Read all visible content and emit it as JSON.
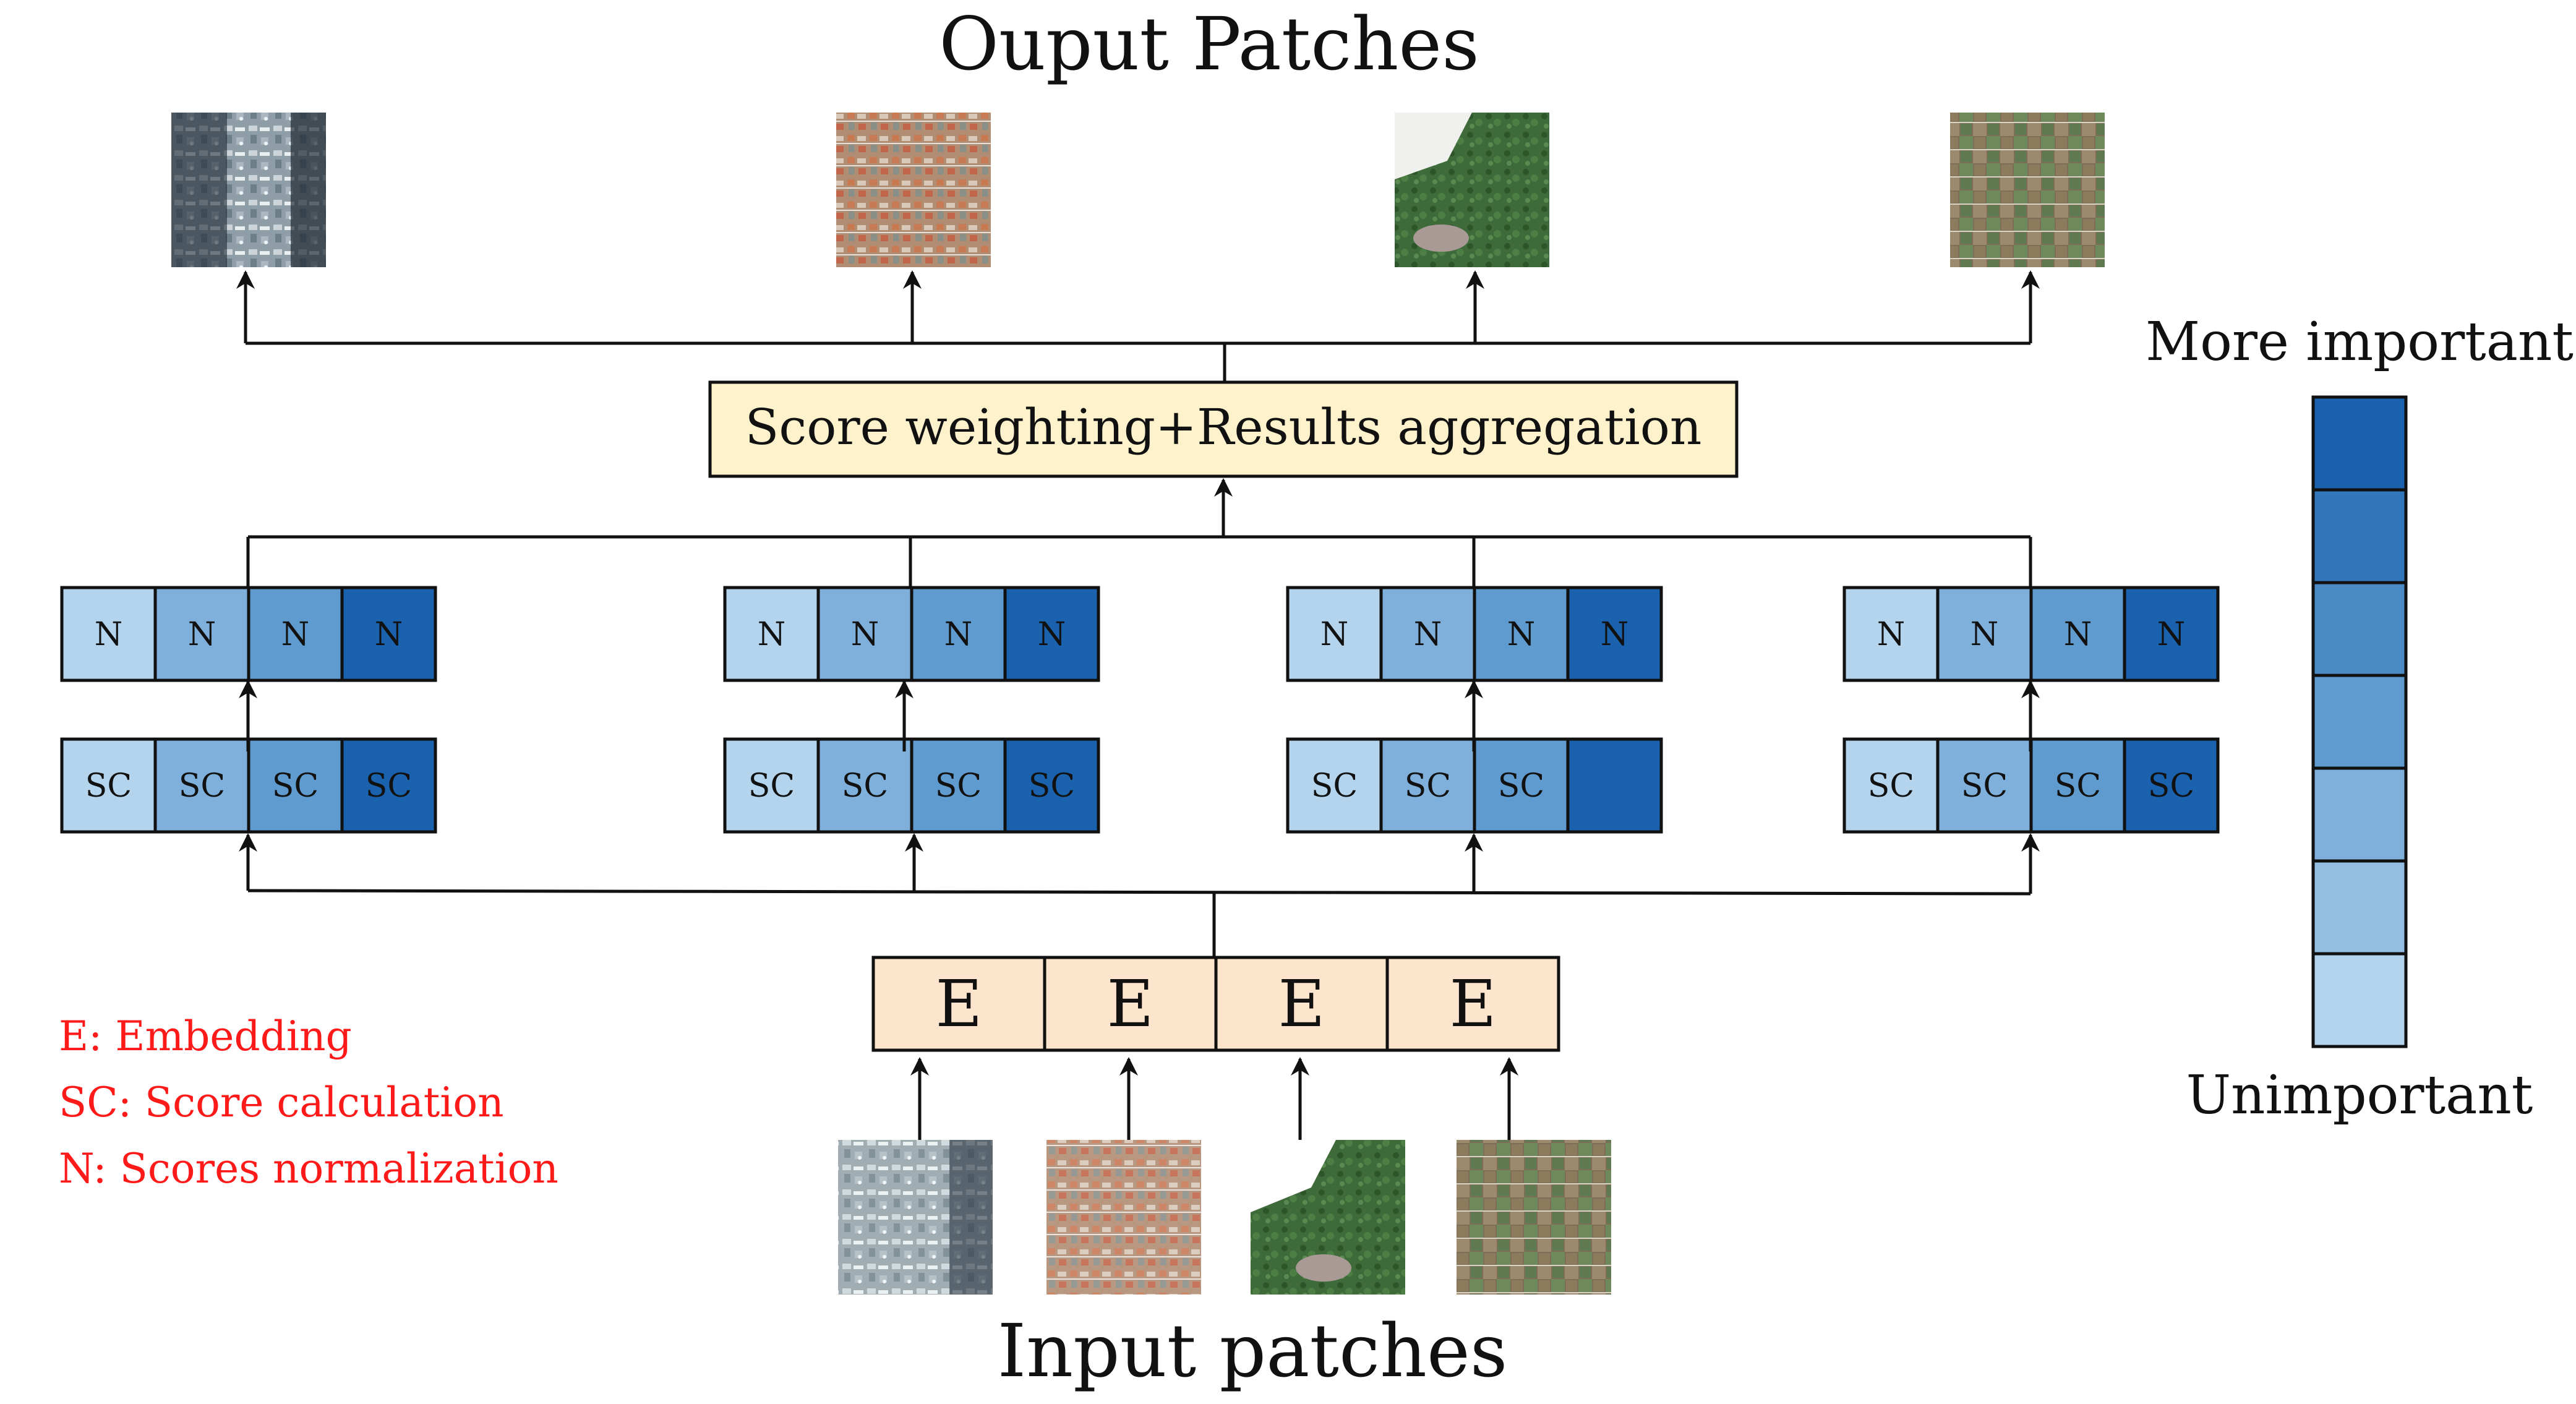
{
  "title_top": "Ouput Patches",
  "title_bottom": "Input patches",
  "aggregation_label": "Score weighting+Results aggregation",
  "embedding_cells": [
    "E",
    "E",
    "E",
    "E"
  ],
  "branches": [
    {
      "n": [
        "N",
        "N",
        "N",
        "N"
      ],
      "sc": [
        "SC",
        "SC",
        "SC",
        "SC"
      ]
    },
    {
      "n": [
        "N",
        "N",
        "N",
        "N"
      ],
      "sc": [
        "SC",
        "SC",
        "SC",
        "SC"
      ]
    },
    {
      "n": [
        "N",
        "N",
        "N",
        "N"
      ],
      "sc": [
        "SC",
        "SC",
        "SC",
        ""
      ]
    },
    {
      "n": [
        "N",
        "N",
        "N",
        "N"
      ],
      "sc": [
        "SC",
        "SC",
        "SC",
        "SC"
      ]
    }
  ],
  "legend": [
    "E: Embedding",
    "SC: Score calculation",
    "N: Scores normalization"
  ],
  "scale": {
    "top_label": "More important",
    "bottom_label": "Unimportant",
    "colors": [
      "#1a62ad",
      "#3277ba",
      "#4a8bc6",
      "#5f9bce",
      "#7fb0db",
      "#94bfe3",
      "#b3d4ec"
    ]
  },
  "colors": {
    "cell_shades": [
      "#b3d4ec",
      "#7fb0db",
      "#5f9bce",
      "#1a62ad"
    ],
    "embedding_fill": "#fde4cc",
    "aggregation_fill": "#fef2cd",
    "legend_text": "#ff1a1a"
  },
  "images": {
    "output": [
      "harbor-satellite-patch",
      "urban-satellite-patch",
      "vegetation-satellite-patch",
      "farmland-satellite-patch"
    ],
    "input": [
      "harbor-satellite-patch",
      "urban-satellite-patch",
      "vegetation-satellite-patch",
      "farmland-satellite-patch"
    ]
  }
}
